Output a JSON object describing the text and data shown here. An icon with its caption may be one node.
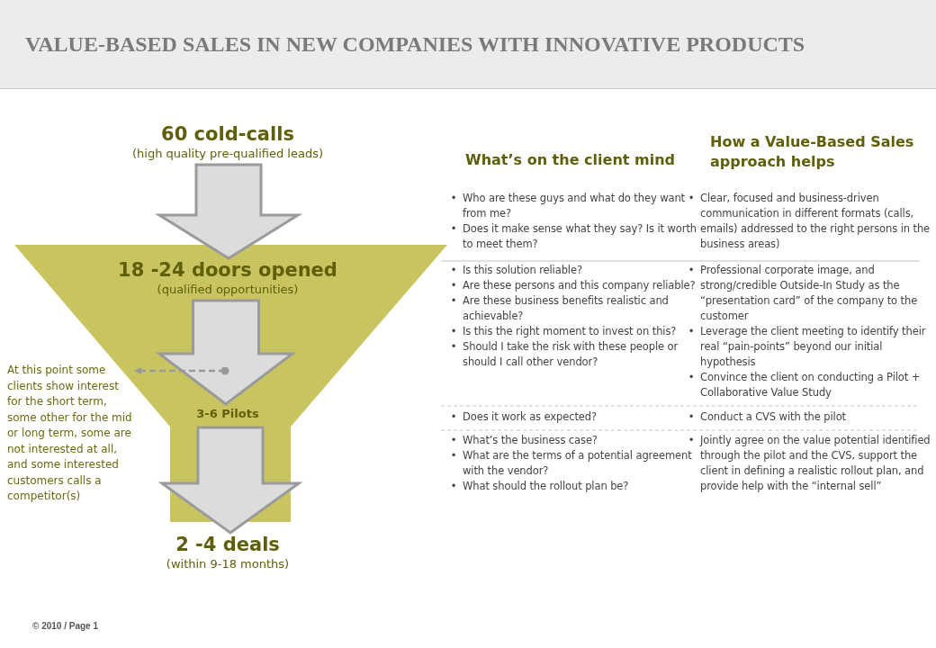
{
  "diagram": {
    "title": "VALUE-BASED SALES IN NEW COMPANIES WITH INNOVATIVE PRODUCTS",
    "caption": "© 2010 / Page 1",
    "nodes": [
      {
        "text": [
          "60 cold-calls",
          "(high quality pre-qualified leads)"
        ]
      },
      {
        "text": [
          "18 -24 doors opened",
          "(qualified opportunities)"
        ]
      },
      {
        "text": [
          "3-6 Pilots"
        ]
      },
      {
        "text": [
          "2 -4 deals",
          "(within 9-18 months)"
        ]
      },
      {
        "text": [
          "At this point some clients show interest for the short term, some other for the mid or long term, some are not interested at all, and some interested customers calls a competitor(s)"
        ]
      }
    ],
    "edges": [
      {
        "from": 0,
        "to": 1,
        "arrow": "to"
      },
      {
        "from": 1,
        "to": 2,
        "arrow": "to"
      },
      {
        "from": 2,
        "to": 3,
        "arrow": "to"
      },
      {
        "from": null,
        "to": 4,
        "arrow": "to",
        "style": "dashed"
      }
    ],
    "labels": [
      "What’s on the client mind",
      "How a Value-Based Sales approach helps",
      "• Who are these guys and what do they want from me?",
      "• Does it make sense what they say? Is it worth to meet them?",
      "• Clear, focused and business-driven communication in different formats (calls, emails) addressed to the right persons in the business areas)",
      "• Is this solution reliable?",
      "• Are these persons and this company reliable?",
      "• Are these business benefits realistic and achievable?",
      "• Is this the right moment to invest on this?",
      "• Should I take the risk with these people or should I call other vendor?",
      "• Professional corporate image, and strong/credible Outside-In Study as the “presentation card” of the company to the customer",
      "• Leverage the client meeting to identify their real “pain-points” beyond our initial hypothesis",
      "• Convince the client on conducting a Pilot + Collaborative Value Study",
      "• Does it work as expected?",
      "• Conduct a CVS with the pilot",
      "• What’s the business case?",
      "• What are the terms of a potential agreement with the vendor?",
      "• What should the rollout plan be?",
      "• Jointly agree on the value potential identified through the pilot and the CVS, support the client in defining a realistic rollout plan, and provide help with the “internal sell”"
    ]
  }
}
